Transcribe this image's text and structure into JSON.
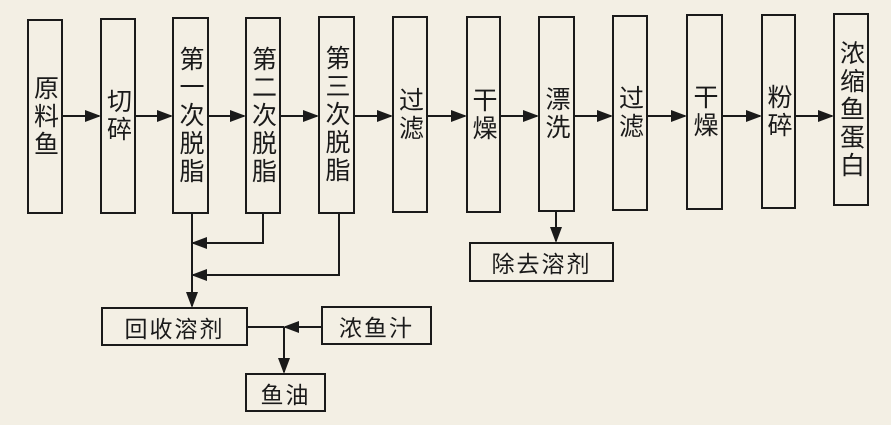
{
  "process_steps": [
    "原料鱼",
    "切碎",
    "第一次脱脂",
    "第二次脱脂",
    "第三次脱脂",
    "过滤",
    "干燥",
    "漂洗",
    "过滤",
    "干燥",
    "粉碎",
    "浓缩鱼蛋白"
  ],
  "side_boxes": {
    "remove_solvent": "除去溶剂",
    "recover_solvent": "回收溶剂",
    "fish_juice": "浓鱼汁",
    "fish_oil": "鱼油"
  }
}
